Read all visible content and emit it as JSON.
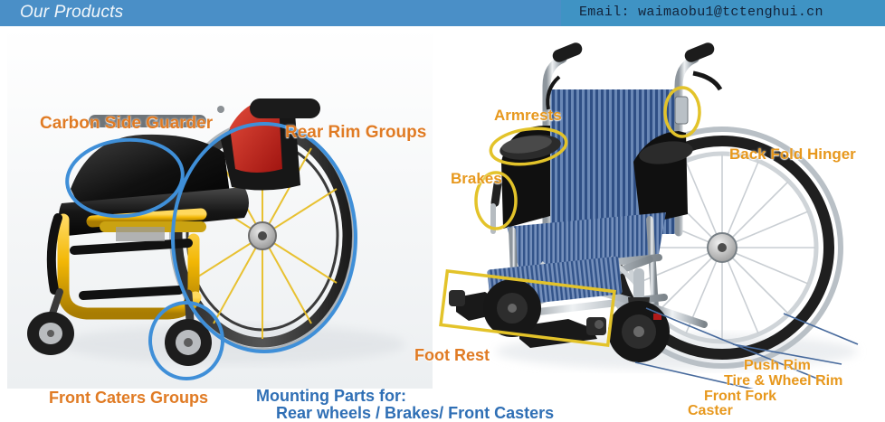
{
  "header": {
    "title": "Our Products",
    "email": "Email: waimaobu1@tctenghui.cn",
    "bar_color": "#4a8fc7",
    "email_band_color": "#3f93c4",
    "title_color": "#f2f7fb"
  },
  "colors": {
    "orange_label": "#e07b24",
    "gold_label": "#e7981d",
    "blue_label": "#2f6fb5",
    "blue_annotation": "#3f8fd8",
    "yellow_annotation": "#e3c32a",
    "leader_line": "#46699c"
  },
  "left_product": {
    "name": "sport-wheelchair",
    "frame_color": "#f2b705",
    "seat_color": "#1a1a1a",
    "accent_color": "#cc2222",
    "labels": {
      "carbon_side_guarder": "Carbon Side Guarder",
      "rear_rim_groups": "Rear Rim Groups",
      "front_caters_groups": "Front Caters Groups"
    }
  },
  "right_product": {
    "name": "folding-wheelchair",
    "frame_color": "#c9ced3",
    "upholstery_color": "#5878a8",
    "labels": {
      "armrests": "Armrests",
      "brakes": "Brakes",
      "back_fold_hinger": "Back Fold Hinger",
      "foot_rest": "Foot Rest",
      "push_rim": "Push Rim",
      "tire_and_wheel_rim": "Tire & Wheel Rim",
      "front_fork": "Front  Fork",
      "caster": "Caster"
    }
  },
  "center_note": {
    "line1": "Mounting Parts for:",
    "line2": "Rear wheels / Brakes/ Front Casters"
  }
}
